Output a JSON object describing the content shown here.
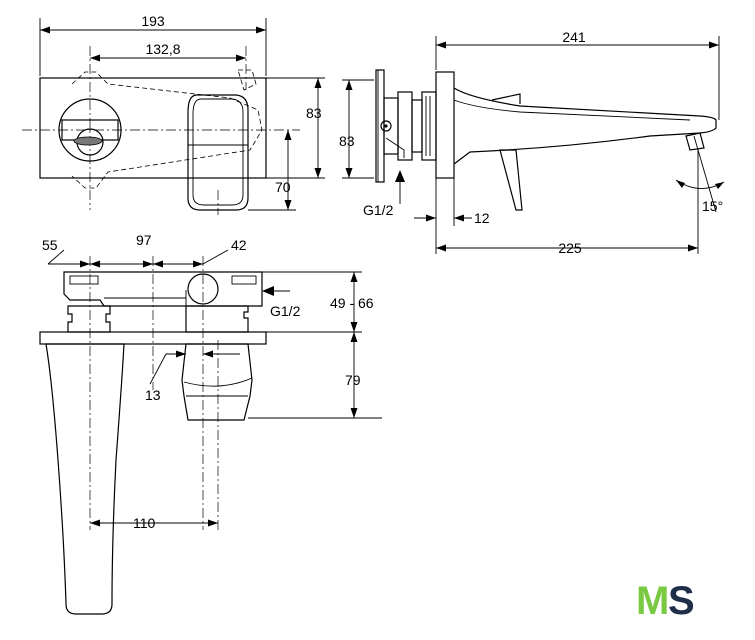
{
  "dimensions": {
    "front_width": "193",
    "front_hole_spacing": "132,8",
    "front_height": "83",
    "front_axis_height": "70",
    "side_plate_height": "83",
    "side_inlet": "G1/2",
    "side_offset": "12",
    "side_total_length": "241",
    "side_spout_length": "225",
    "side_angle": "15°",
    "top_left_offset": "55",
    "top_axis_spacing": "97",
    "top_right_offset": "42",
    "top_inlet": "G1/2",
    "top_depth_range": "49 - 66",
    "top_body_depth": "13",
    "top_handle_height": "79",
    "top_spout_axis": "110"
  },
  "logo": {
    "text": "MS",
    "colors": {
      "m": "#7ac943",
      "s": "#1f2f4a"
    }
  }
}
